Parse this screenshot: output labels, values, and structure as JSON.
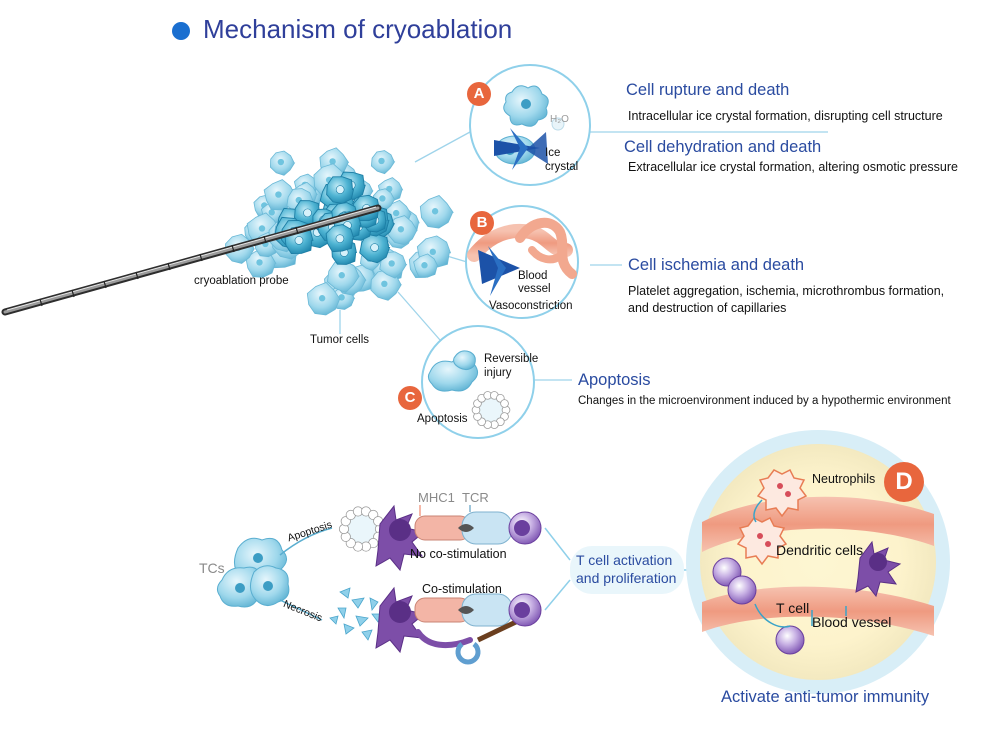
{
  "title": "Mechanism of cryoablation",
  "colors": {
    "title": "#2f3f9a",
    "heading": "#2a4ba0",
    "badge": "#e8663d",
    "cell": "#6fc4df",
    "vessel": "#f0a089",
    "immune": "#8a5bb5"
  },
  "badges": {
    "a": "A",
    "b": "B",
    "c": "C",
    "d": "D"
  },
  "probe_label": "cryoablation probe",
  "tumor_label": "Tumor cells",
  "panel_a": {
    "h2o": "H₂O",
    "ice_crystal": "Ice\ncrystal",
    "heading1": "Cell rupture and death",
    "desc1": "Intracellular ice crystal formation, disrupting cell structure",
    "heading2": "Cell dehydration and death",
    "desc2": "Extracellular ice crystal formation, altering osmotic pressure"
  },
  "panel_b": {
    "blood_vessel": "Blood\nvessel",
    "vasoconstriction": "Vasoconstriction",
    "heading": "Cell ischemia and death",
    "desc": "Platelet aggregation, ischemia, microthrombus formation,\nand destruction of capillaries"
  },
  "panel_c": {
    "reversible": "Reversible\ninjury",
    "apoptosis_label": "Apoptosis",
    "heading": "Apoptosis",
    "desc": "Changes in the microenvironment induced by a hypothermic environment"
  },
  "immune": {
    "tcs": "TCs",
    "apoptosis": "Apoptosis",
    "necrosis": "Necrosis",
    "mhc1": "MHC1",
    "tcr": "TCR",
    "no_costim": "No co-stimulation",
    "costim": "Co-stimulation",
    "activation": "T cell activation\nand proliferation"
  },
  "panel_d": {
    "neutrophils": "Neutrophils",
    "dendritic": "Dendritic cells",
    "tcell": "T cell",
    "blood_vessel": "Blood vessel",
    "footer": "Activate anti-tumor immunity"
  }
}
